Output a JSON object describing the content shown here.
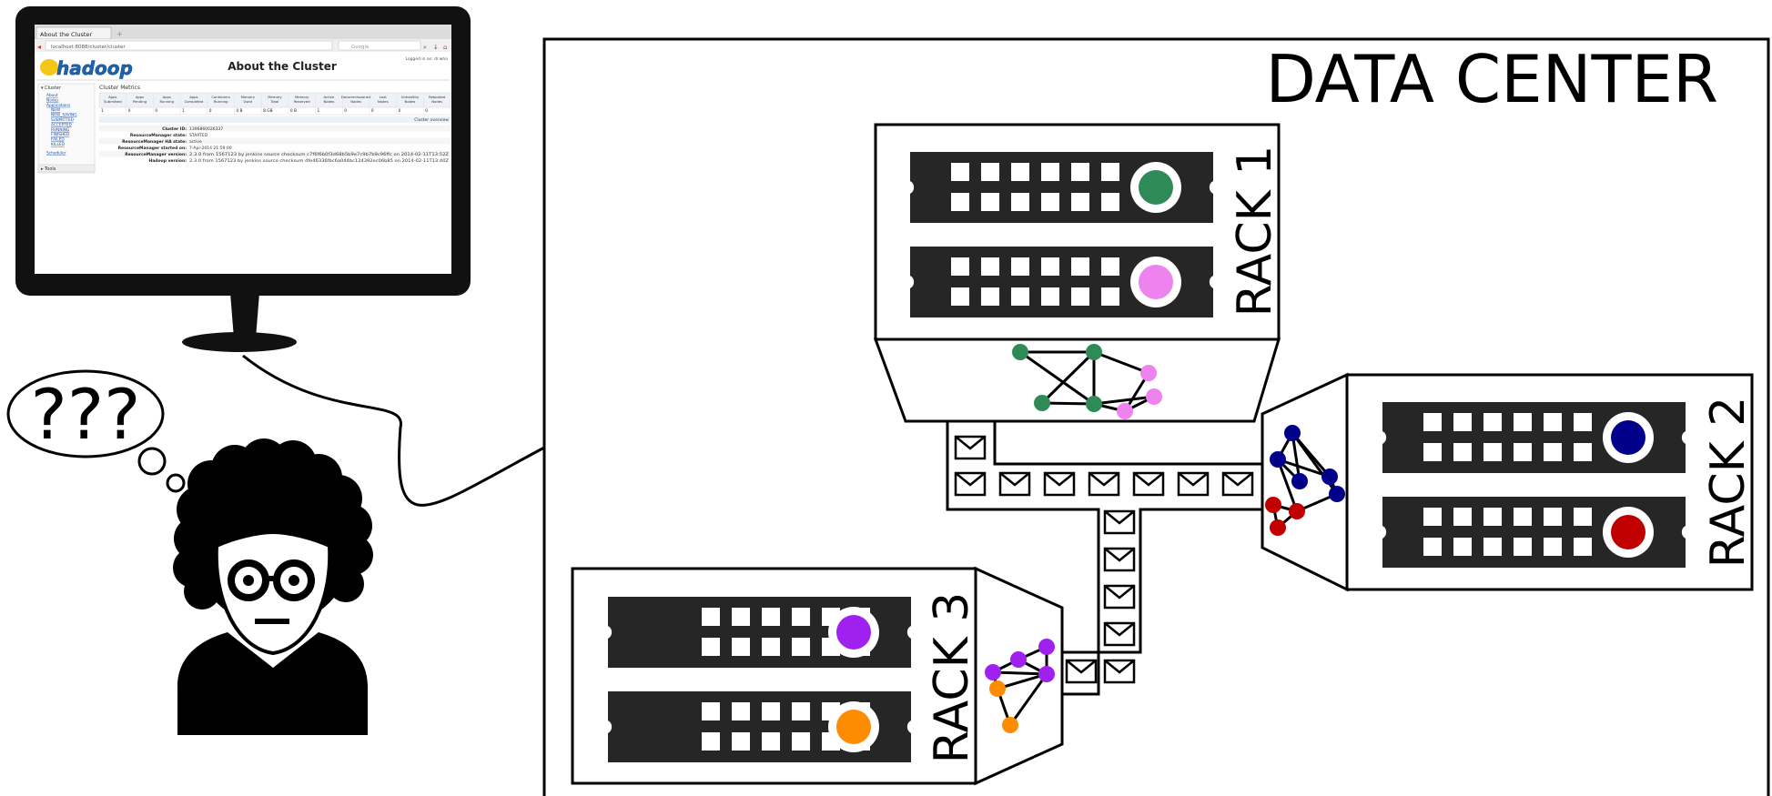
{
  "datacenter": {
    "title": "DATA CENTER"
  },
  "racks": [
    {
      "label": "RACK 1",
      "server_colors": [
        "#2e8b57",
        "#ee82ee"
      ]
    },
    {
      "label": "RACK 2",
      "server_colors": [
        "#00008b",
        "#c00000"
      ]
    },
    {
      "label": "RACK 3",
      "server_colors": [
        "#a020f0",
        "#ff8c00"
      ]
    }
  ],
  "thought": {
    "text": "???"
  },
  "screenshot": {
    "tab_title": "About the Cluster",
    "url": "localhost:8088/cluster/cluster",
    "search_placeholder": "Google",
    "logged_in": "Logged in as: dr.who",
    "logo": "hadoop",
    "page_title": "About the Cluster",
    "sidebar": {
      "cluster_header": "▾ Cluster",
      "links": [
        "About",
        "Nodes",
        "Applications",
        "NEW",
        "NEW_SAVING",
        "SUBMITTED",
        "ACCEPTED",
        "RUNNING",
        "FINISHED",
        "FAILED",
        "KILLED",
        "Scheduler"
      ],
      "tools_header": "▸ Tools"
    },
    "metrics_title": "Cluster Metrics",
    "metrics_headers": [
      "Apps Submitted",
      "Apps Pending",
      "Apps Running",
      "Apps Completed",
      "Containers Running",
      "Memory Used",
      "Memory Total",
      "Memory Reserved",
      "Active Nodes",
      "Decommissioned Nodes",
      "Lost Nodes",
      "Unhealthy Nodes",
      "Rebooted Nodes"
    ],
    "metrics_values": [
      "1",
      "0",
      "0",
      "1",
      "0",
      "0 B",
      "8 GB",
      "0 B",
      "1",
      "0",
      "0",
      "0",
      "0"
    ],
    "overview_title": "Cluster overview",
    "overview": [
      {
        "k": "Cluster ID:",
        "v": "1396860026337"
      },
      {
        "k": "ResourceManager state:",
        "v": "STARTED"
      },
      {
        "k": "ResourceManager HA state:",
        "v": "active"
      },
      {
        "k": "ResourceManager started on:",
        "v": "7-Apr-2014 21:59:00"
      },
      {
        "k": "ResourceManager version:",
        "v": "2.3.0 from 1567123 by jenkins source checksum c7f6f6b0f3d68b5b9e7c9b7b9c96ffc on 2014-02-11T13:52Z"
      },
      {
        "k": "Hadoop version:",
        "v": "2.3.0 from 1567123 by jenkins source checksum dfe46336fbc6a044bc124392ec06b85 on 2014-02-11T13:40Z"
      }
    ]
  }
}
